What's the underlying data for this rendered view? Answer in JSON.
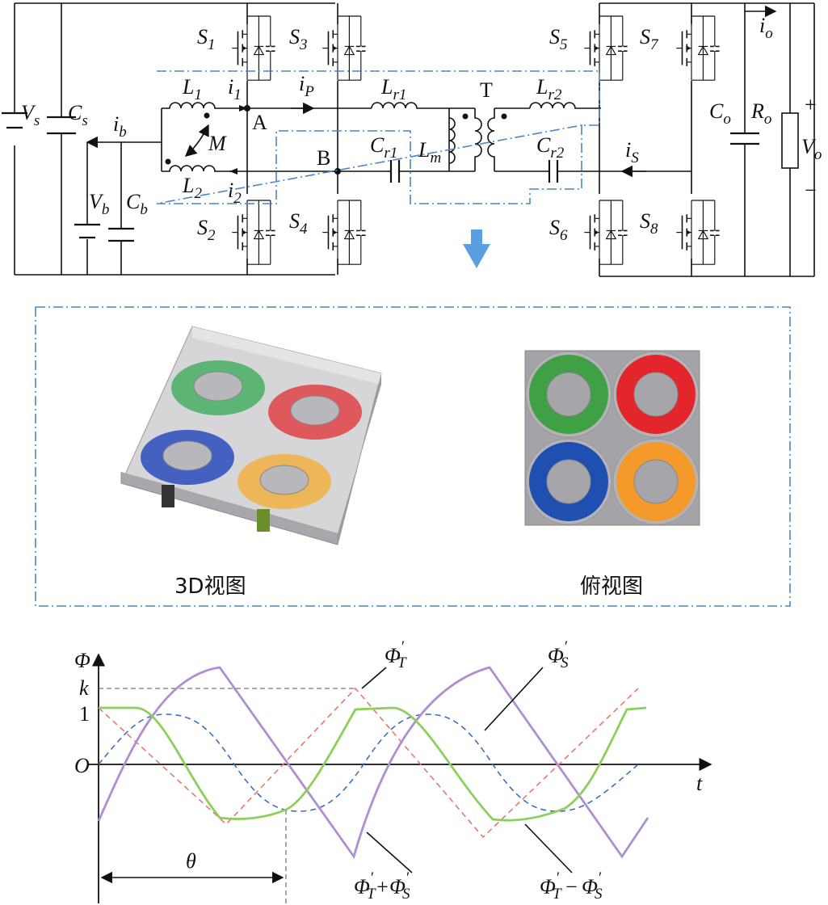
{
  "circuit": {
    "vs": {
      "main": "V",
      "sub": "s"
    },
    "cs": {
      "main": "C",
      "sub": "s"
    },
    "ib": {
      "main": "i",
      "sub": "b"
    },
    "vb": {
      "main": "V",
      "sub": "b"
    },
    "cb": {
      "main": "C",
      "sub": "b"
    },
    "l1": {
      "main": "L",
      "sub": "1"
    },
    "l2": {
      "main": "L",
      "sub": "2"
    },
    "i1": {
      "main": "i",
      "sub": "1"
    },
    "i2": {
      "main": "i",
      "sub": "2"
    },
    "m": "M",
    "a": "A",
    "b": "B",
    "ip": {
      "main": "i",
      "sub": "P"
    },
    "lr1": {
      "main": "L",
      "sub": "r1"
    },
    "cr1": {
      "main": "C",
      "sub": "r1"
    },
    "lm": {
      "main": "L",
      "sub": "m"
    },
    "t": "T",
    "lr2": {
      "main": "L",
      "sub": "r2"
    },
    "cr2": {
      "main": "C",
      "sub": "r2"
    },
    "is": {
      "main": "i",
      "sub": "S"
    },
    "io": {
      "main": "i",
      "sub": "o"
    },
    "co": {
      "main": "C",
      "sub": "o"
    },
    "ro": {
      "main": "R",
      "sub": "o"
    },
    "vo": {
      "main": "V",
      "sub": "o"
    },
    "plus": "+",
    "minus": "−",
    "switches": [
      {
        "main": "S",
        "sub": "1"
      },
      {
        "main": "S",
        "sub": "2"
      },
      {
        "main": "S",
        "sub": "3"
      },
      {
        "main": "S",
        "sub": "4"
      },
      {
        "main": "S",
        "sub": "5"
      },
      {
        "main": "S",
        "sub": "6"
      },
      {
        "main": "S",
        "sub": "7"
      },
      {
        "main": "S",
        "sub": "8"
      }
    ]
  },
  "panel": {
    "caption_3d": "3D视图",
    "caption_top": "俯视图",
    "ring_colors": {
      "green": "#3fa046",
      "red": "#e3262b",
      "blue": "#1f4fb0",
      "orange": "#f39a2a"
    }
  },
  "waveform": {
    "y_axis": "Φ",
    "x_axis": "t",
    "tick_k": "k",
    "tick_1": "1",
    "origin": "O",
    "theta": "θ",
    "lbl_phi_t": {
      "main": "Φ",
      "sub": "T",
      "prime": "′"
    },
    "lbl_phi_s": {
      "main": "Φ",
      "sub": "S",
      "prime": "′"
    },
    "lbl_sum": {
      "a": "Φ",
      "asub": "T",
      "op": "+",
      "b": "Φ",
      "bsub": "S",
      "prime": "′"
    },
    "lbl_diff": {
      "a": "Φ",
      "asub": "T",
      "op": "−",
      "b": "Φ",
      "bsub": "S",
      "prime": "′"
    },
    "colors": {
      "phi_t": "#e8776b",
      "phi_s": "#3a6fc0",
      "sum": "#b08ed0",
      "diff": "#8ccf5a"
    }
  }
}
